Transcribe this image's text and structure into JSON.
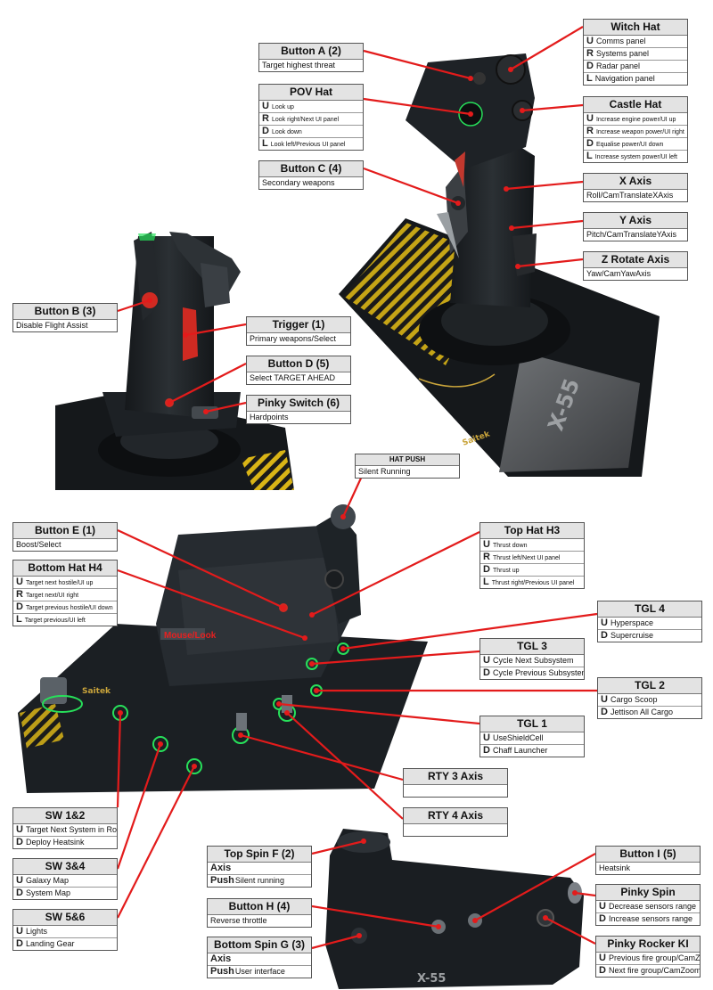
{
  "labels": {
    "witch_hat": {
      "title": "Witch Hat",
      "rows": [
        {
          "k": "U",
          "v": "Comms panel"
        },
        {
          "k": "R",
          "v": "Systems panel"
        },
        {
          "k": "D",
          "v": "Radar panel"
        },
        {
          "k": "L",
          "v": "Navigation panel"
        }
      ]
    },
    "button_a": {
      "title": "Button A (2)",
      "rows": [
        {
          "v": "Target highest threat"
        }
      ]
    },
    "pov_hat": {
      "title": "POV Hat",
      "rows": [
        {
          "k": "U",
          "v": "Look up"
        },
        {
          "k": "R",
          "v": "Look right/Next UI panel"
        },
        {
          "k": "D",
          "v": "Look down"
        },
        {
          "k": "L",
          "v": "Look left/Previous UI panel"
        }
      ]
    },
    "castle_hat": {
      "title": "Castle Hat",
      "rows": [
        {
          "k": "U",
          "v": "Increase engine power/UI up"
        },
        {
          "k": "R",
          "v": "Increase weapon power/UI right"
        },
        {
          "k": "D",
          "v": "Equalise power/UI down"
        },
        {
          "k": "L",
          "v": "Increase system power/UI left"
        }
      ]
    },
    "button_c": {
      "title": "Button C (4)",
      "rows": [
        {
          "v": "Secondary weapons"
        }
      ]
    },
    "x_axis": {
      "title": "X Axis",
      "rows": [
        {
          "v": "Roll/CamTranslateXAxis"
        }
      ]
    },
    "y_axis": {
      "title": "Y Axis",
      "rows": [
        {
          "v": "Pitch/CamTranslateYAxis"
        }
      ]
    },
    "z_axis": {
      "title": "Z Rotate Axis",
      "rows": [
        {
          "v": "Yaw/CamYawAxis"
        }
      ]
    },
    "button_b": {
      "title": "Button B (3)",
      "rows": [
        {
          "v": "Disable Flight Assist"
        }
      ]
    },
    "trigger": {
      "title": "Trigger (1)",
      "rows": [
        {
          "v": "Primary weapons/Select"
        }
      ]
    },
    "button_d": {
      "title": "Button D (5)",
      "rows": [
        {
          "v": "Select TARGET AHEAD"
        }
      ]
    },
    "pinky_switch": {
      "title": "Pinky Switch (6)",
      "rows": [
        {
          "v": "Hardpoints"
        }
      ]
    },
    "hat_push": {
      "title": "HAT PUSH",
      "rows": [
        {
          "v": "Silent Running"
        }
      ]
    },
    "button_e": {
      "title": "Button E (1)",
      "rows": [
        {
          "v": "Boost/Select"
        }
      ]
    },
    "top_hat_h3": {
      "title": "Top Hat H3",
      "rows": [
        {
          "k": "U",
          "v": "Thrust down"
        },
        {
          "k": "R",
          "v": "Thrust left/Next UI panel"
        },
        {
          "k": "D",
          "v": "Thrust up"
        },
        {
          "k": "L",
          "v": "Thrust right/Previous UI panel"
        }
      ]
    },
    "bottom_hat_h4": {
      "title": "Bottom Hat H4",
      "rows": [
        {
          "k": "U",
          "v": "Target next hostile/UI up"
        },
        {
          "k": "R",
          "v": "Target next/UI right"
        },
        {
          "k": "D",
          "v": "Target previous hostile/UI down"
        },
        {
          "k": "L",
          "v": "Target previous/UI left"
        }
      ]
    },
    "tgl4": {
      "title": "TGL 4",
      "rows": [
        {
          "k": "U",
          "v": "Hyperspace"
        },
        {
          "k": "D",
          "v": "Supercruise"
        }
      ]
    },
    "tgl3": {
      "title": "TGL 3",
      "rows": [
        {
          "k": "U",
          "v": "Cycle Next Subsystem"
        },
        {
          "k": "D",
          "v": "Cycle Previous Subsystem"
        }
      ]
    },
    "tgl2": {
      "title": "TGL 2",
      "rows": [
        {
          "k": "U",
          "v": "Cargo Scoop"
        },
        {
          "k": "D",
          "v": "Jettison All Cargo"
        }
      ]
    },
    "tgl1": {
      "title": "TGL 1",
      "rows": [
        {
          "k": "U",
          "v": "UseShieldCell"
        },
        {
          "k": "D",
          "v": "Chaff Launcher"
        }
      ]
    },
    "rty3": {
      "title": "RTY 3 Axis",
      "rows": [
        {
          "v": ""
        }
      ]
    },
    "rty4": {
      "title": "RTY 4 Axis",
      "rows": [
        {
          "v": ""
        }
      ]
    },
    "sw12": {
      "title": "SW 1&2",
      "rows": [
        {
          "k": "U",
          "v": "Target Next System in Route"
        },
        {
          "k": "D",
          "v": "Deploy Heatsink"
        }
      ]
    },
    "sw34": {
      "title": "SW 3&4",
      "rows": [
        {
          "k": "U",
          "v": "Galaxy Map"
        },
        {
          "k": "D",
          "v": "System Map"
        }
      ]
    },
    "sw56": {
      "title": "SW 5&6",
      "rows": [
        {
          "k": "U",
          "v": "Lights"
        },
        {
          "k": "D",
          "v": "Landing Gear"
        }
      ]
    },
    "top_spin_f": {
      "title": "Top Spin F (2)",
      "rows": [
        {
          "k": "Axis",
          "v": ""
        },
        {
          "k": "Push",
          "v": "Silent running"
        }
      ]
    },
    "button_h": {
      "title": "Button H (4)",
      "rows": [
        {
          "v": "Reverse throttle"
        }
      ]
    },
    "bottom_spin_g": {
      "title": "Bottom Spin G (3)",
      "rows": [
        {
          "k": "Axis",
          "v": ""
        },
        {
          "k": "Push",
          "v": "User interface"
        }
      ]
    },
    "button_i": {
      "title": "Button I (5)",
      "rows": [
        {
          "v": "Heatsink"
        }
      ]
    },
    "pinky_spin": {
      "title": "Pinky Spin",
      "rows": [
        {
          "k": "U",
          "v": "Decrease sensors range"
        },
        {
          "k": "D",
          "v": "Increase sensors range"
        }
      ]
    },
    "pinky_rocker": {
      "title": "Pinky Rocker KI",
      "rows": [
        {
          "k": "U",
          "v": "Previous fire group/CamZoomOut"
        },
        {
          "k": "D",
          "v": "Next fire group/CamZoomIn"
        }
      ]
    }
  },
  "mouse_look": "Mouse/Look",
  "branding": {
    "saitek_stick": "Saitek",
    "saitek_throttle": "Saitek",
    "model_stick": "X-55",
    "model_throttle": "X-55"
  },
  "colors": {
    "leader_line": "#e31b1b",
    "label_header": "#e3e3e3",
    "device_body": "#1c1f22",
    "hazard_yellow": "#e3c21a",
    "led_green": "#27e05a"
  }
}
